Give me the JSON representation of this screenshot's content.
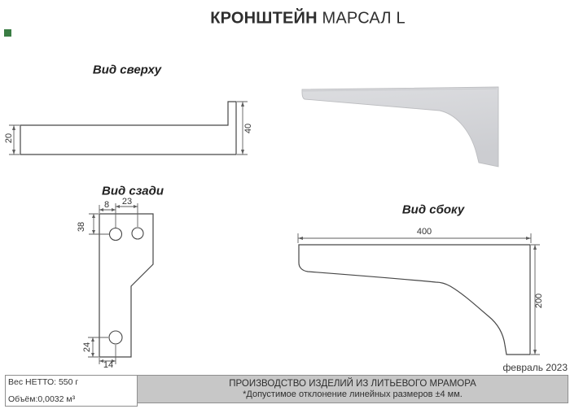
{
  "page": {
    "title_bold": "КРОНШТЕЙН",
    "title_regular": " МАРСАЛ L",
    "date": "февраль 2023"
  },
  "views": {
    "top": {
      "label": "Вид сверху",
      "dim_depth": "20",
      "dim_tab_height": "40"
    },
    "back": {
      "label": "Вид сзади",
      "dim_hole_offset": "8",
      "dim_hole_spacing": "23",
      "dim_top_to_holes": "38",
      "dim_bottom_to_hole": "24",
      "dim_foot_hole": "14"
    },
    "side": {
      "label": "Вид сбоку",
      "dim_length": "400",
      "dim_height": "200"
    }
  },
  "footer": {
    "weight": "Вес НЕТТО: 550 г",
    "volume": "Объём:0,0032 м³",
    "production": "ПРОИЗВОДСТВО ИЗДЕЛИЙ ИЗ ЛИТЬЕВОГО МРАМОРА",
    "tolerance": "*Допустимое отклонение линейных размеров ±4 мм."
  },
  "colors": {
    "line": "#474747",
    "dim_line": "#5e5e5e",
    "gray_panel": "#c7c7c7",
    "render_fill": "#d2d3d6",
    "render_edge": "#bcbdc0",
    "logo_green": "#3a7d44"
  }
}
